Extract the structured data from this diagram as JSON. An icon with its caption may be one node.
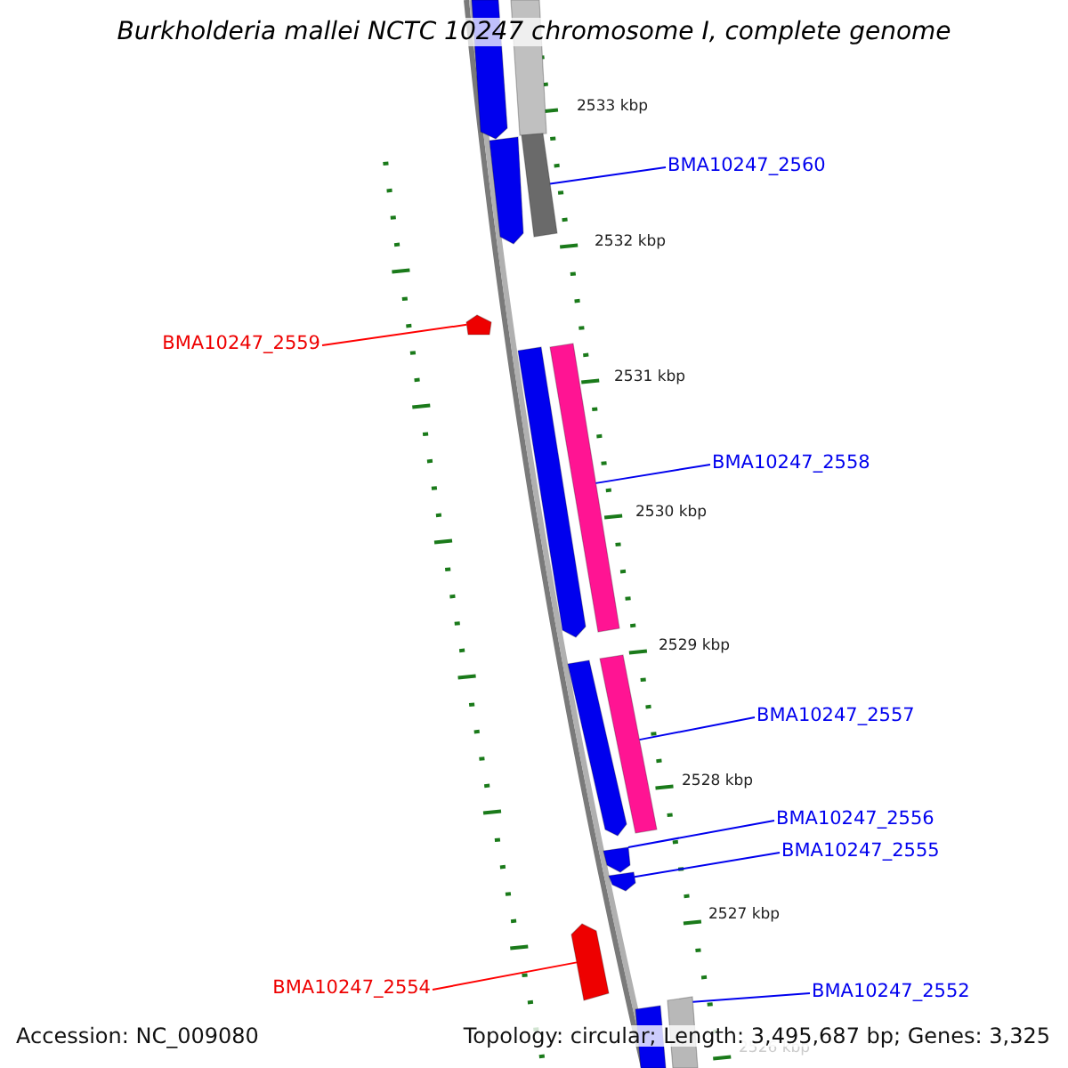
{
  "diagram": {
    "title": "Burkholderia mallei NCTC 10247 chromosome I, complete genome",
    "nodes": [
      {
        "text": [],
        "shape": "arrow"
      },
      {
        "text": [],
        "shape": "bar"
      },
      {
        "text": [],
        "shape": "arrow"
      },
      {
        "text": [],
        "shape": "bar"
      },
      {
        "text": [],
        "shape": "arrow"
      },
      {
        "text": [],
        "shape": "arrow"
      },
      {
        "text": [],
        "shape": "bar"
      },
      {
        "text": [],
        "shape": "arrow"
      },
      {
        "text": [],
        "shape": "bar"
      },
      {
        "text": [],
        "shape": "arrow"
      },
      {
        "text": [],
        "shape": "arrow"
      },
      {
        "text": [],
        "shape": "arrow"
      },
      {
        "text": [],
        "shape": "bar"
      },
      {
        "text": [],
        "shape": "bar"
      },
      {
        "text": [
          "BMA10247_2560"
        ]
      },
      {
        "text": [
          "BMA10247_2559"
        ]
      },
      {
        "text": [
          "BMA10247_2558"
        ]
      },
      {
        "text": [
          "BMA10247_2557"
        ]
      },
      {
        "text": [
          "BMA10247_2556"
        ]
      },
      {
        "text": [
          "BMA10247_2555"
        ]
      },
      {
        "text": [
          "BMA10247_2554"
        ]
      },
      {
        "text": [
          "BMA10247_2552"
        ]
      }
    ],
    "edges": [
      {
        "from": 14,
        "to": 3,
        "arrow": "none"
      },
      {
        "from": 15,
        "to": 4,
        "arrow": "none",
        "color": "#ff0000"
      },
      {
        "from": 16,
        "to": 6,
        "arrow": "none"
      },
      {
        "from": 17,
        "to": 8,
        "arrow": "none"
      },
      {
        "from": 18,
        "to": 9,
        "arrow": "none"
      },
      {
        "from": 19,
        "to": 10,
        "arrow": "none"
      },
      {
        "from": 20,
        "to": 11,
        "arrow": "none",
        "color": "#ff0000"
      },
      {
        "from": 21,
        "to": 13,
        "arrow": "none"
      }
    ],
    "labels": [
      "2533 kbp",
      "2532 kbp",
      "2531 kbp",
      "2530 kbp",
      "2529 kbp",
      "2528 kbp",
      "2527 kbp",
      "2526 kbp",
      "Accession: NC_009080",
      "Topology: circular; Length: 3,495,687 bp; Genes: 3,325"
    ]
  }
}
